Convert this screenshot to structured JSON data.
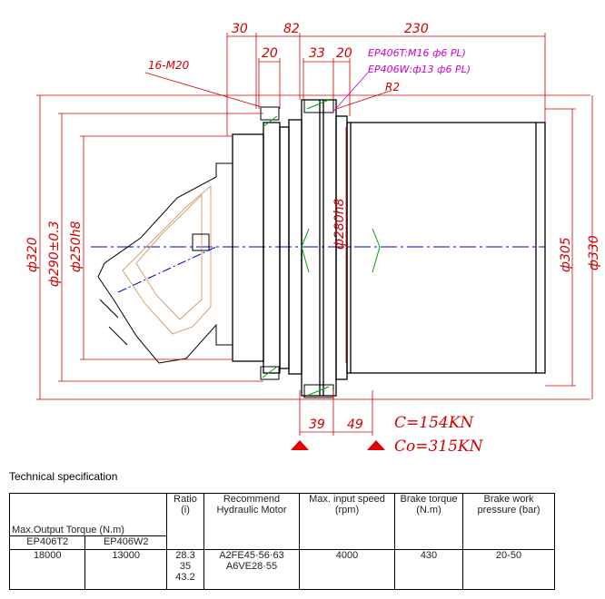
{
  "drawing": {
    "dims_top": {
      "d30": "30",
      "d82": "82",
      "d230": "230",
      "d20a": "20",
      "d33": "33",
      "d20b": "20"
    },
    "labels": {
      "bolts": "16-M20",
      "ep406t": "EP406T:M16 ф6 PL)",
      "ep406w": "EP406W:ф13 ф6 PL)",
      "r2": "R2",
      "d320": "ф320",
      "d290": "ф290±0.3",
      "d250": "ф250h8",
      "d280": "ф280h8",
      "d305": "ф305",
      "d330": "ф330",
      "d39": "39",
      "d49": "49",
      "c": "C=154KN",
      "co": "Co=315KN"
    },
    "colors": {
      "outline": "#000000",
      "dimension": "#d00000",
      "centerline": "#0000cc",
      "accent": "#00a000",
      "note": "#cc00cc",
      "motor": "#d4a070"
    }
  },
  "spec": {
    "title": "Technical specification",
    "headers": {
      "torque": "Max.Output Torque (N.m)",
      "ep406t2": "EP406T2",
      "ep406w2": "EP406W2",
      "ratio": "Ratio (i)",
      "motor": "Recommend Hydraulic Motor",
      "speed": "Max. input speed (rpm)",
      "brake": "Brake torque (N.m)",
      "pressure": "Brake work pressure (bar)"
    },
    "row": {
      "torque_t2": "18000",
      "torque_w2": "13000",
      "ratio_1": "28.3",
      "ratio_2": "35",
      "ratio_3": "43.2",
      "motor_1": "A2FE45·56·63",
      "motor_2": "A6VE28·55",
      "speed": "4000",
      "brake": "430",
      "pressure": "20-50"
    }
  }
}
